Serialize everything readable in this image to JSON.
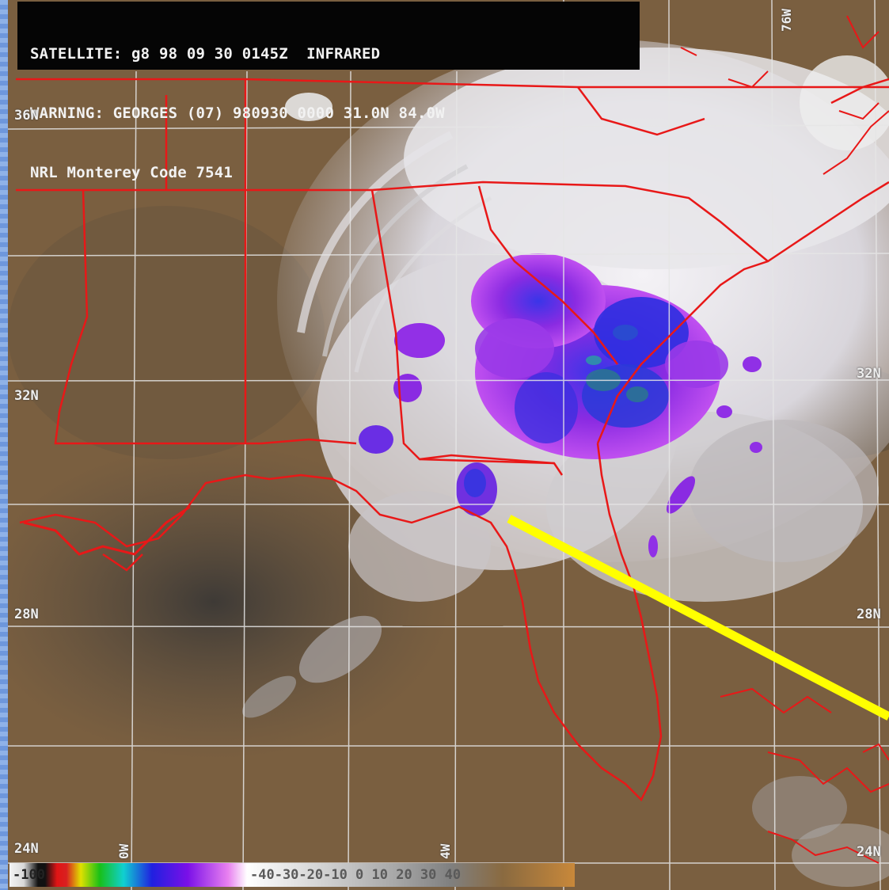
{
  "header": {
    "line1": "SATELLITE: g8 98 09 30 0145Z  INFRARED",
    "line2": "WARNING: GEORGES (07) 980930 0000 31.0N 84.0W",
    "line3": "NRL Monterey Code 7541"
  },
  "latitude_labels": {
    "lat36": "36N",
    "lat32_left": "32N",
    "lat32_right": "32N",
    "lat28_left": "28N",
    "lat28_right": "28N",
    "lat24_left": "24N",
    "lat24_right": "24N"
  },
  "longitude_labels": {
    "lon_left": "0W",
    "lon_mid": "4W",
    "lon_top_right": "76W"
  },
  "color_scale": {
    "cold_label": "-100",
    "warm_ticks": "-40-30-20-10 0 10 20 30 40"
  },
  "colors": {
    "land": "#7a5e3e",
    "ocean": "#6b5a46",
    "borders": "#e81818",
    "cold_tops": "#8a2be2",
    "arrow": "#ffff00"
  }
}
